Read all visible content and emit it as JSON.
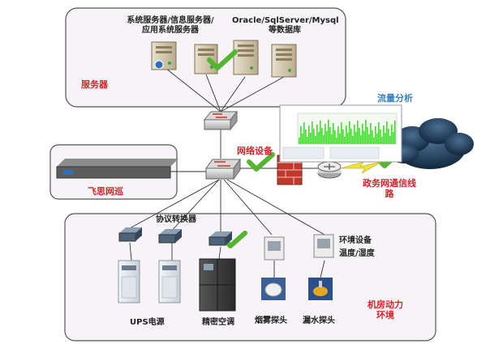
{
  "labels": {
    "servers_caption_1": "系统服务器/信息服务器/",
    "servers_caption_2": "应用系统服务器",
    "db_caption_1": "Oracle/SqlServer/Mysql",
    "db_caption_2": "等数据库",
    "servers_group": "服务器",
    "flow_analysis": "流量分析",
    "network_device": "网络设备",
    "gov_line_1": "政务网通信线",
    "gov_line_2": "路",
    "feisi_group": "飞思网巡",
    "protocol_converter": "协议转换器",
    "env_device_1": "环境设备",
    "env_device_2": "温度/湿度",
    "ups": "UPS电源",
    "precision_ac": "精密空调",
    "smoke_probe": "烟雾探头",
    "water_probe": "漏水探头",
    "room_env_1": "机房动力",
    "room_env_2": "环境"
  },
  "colors": {
    "group_border": "#555555",
    "group_fill": "#f7f4f8",
    "accent_red": "#d8232a",
    "accent_blue": "#3b83c6",
    "check_green": "#55b531",
    "chart_green": "#4fd13d",
    "cloud": "#1d3a57"
  },
  "icons": [
    "server-icon",
    "database-server-icon",
    "network-switch-icon",
    "firewall-icon",
    "router-icon",
    "cloud-icon",
    "lightning-icon",
    "check-icon",
    "rack-appliance-icon",
    "protocol-converter-icon",
    "ups-cabinet-icon",
    "precision-ac-icon",
    "env-sensor-icon",
    "smoke-detector-icon",
    "water-leak-icon",
    "traffic-chart-icon"
  ]
}
